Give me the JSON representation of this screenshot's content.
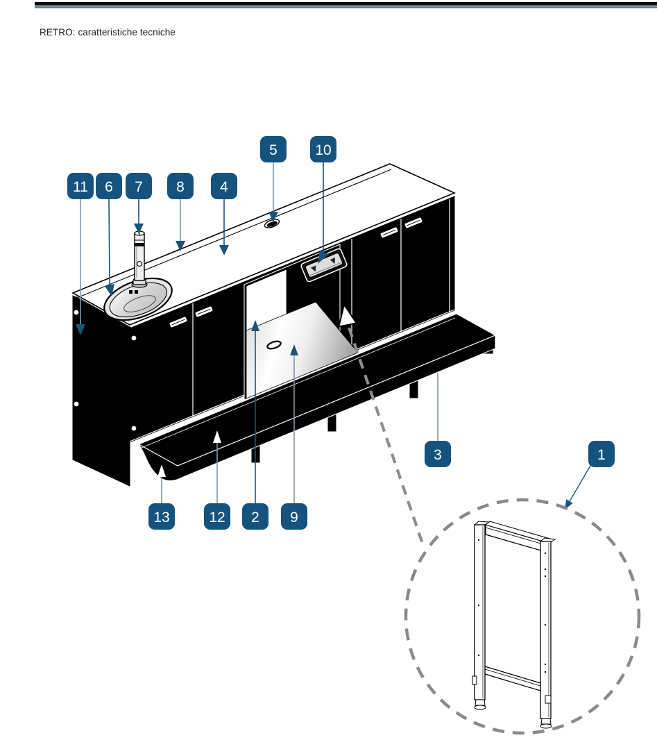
{
  "header": {
    "title": "RETRO: caratteristiche tecniche"
  },
  "colors": {
    "callout_bg": "#15537e",
    "callout_text": "#ffffff",
    "leader_navy": "#1d5377",
    "leader_steel": "#7e96a8",
    "topbar_black": "#0a0a0a",
    "topbar_blue": "#5e8094",
    "dashed_gray": "#8e8e8e",
    "drawing_black": "#000000",
    "drawing_white": "#ffffff"
  },
  "callouts": [
    {
      "label": "1"
    },
    {
      "label": "2"
    },
    {
      "label": "3"
    },
    {
      "label": "4"
    },
    {
      "label": "5"
    },
    {
      "label": "6"
    },
    {
      "label": "7"
    },
    {
      "label": "8"
    },
    {
      "label": "9"
    },
    {
      "label": "10"
    },
    {
      "label": "11"
    },
    {
      "label": "12"
    },
    {
      "label": "13"
    }
  ]
}
